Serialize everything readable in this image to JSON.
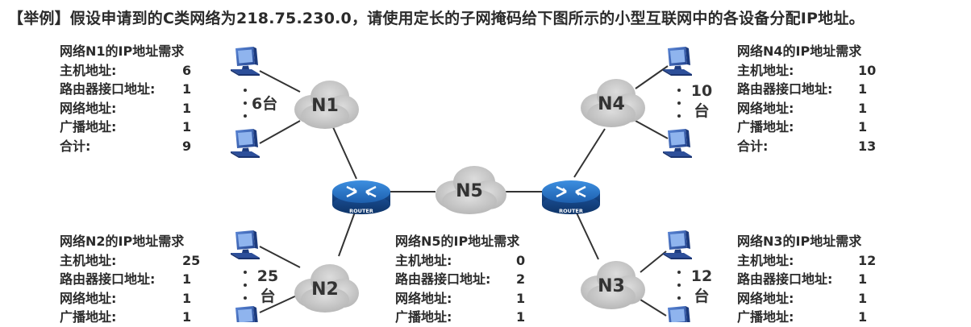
{
  "title": "【举例】假设申请到的C类网络为218.75.230.0，请使用定长的子网掩码给下图所示的小型互联网中的各设备分配IP地址。",
  "networks": {
    "n1": "N1",
    "n2": "N2",
    "n3": "N3",
    "n4": "N4",
    "n5": "N5"
  },
  "router_label": "ROUTER",
  "host_counts": {
    "n1": "6台",
    "n2_num": "25",
    "n2_unit": "台",
    "n3_num": "12",
    "n3_unit": "台",
    "n4_num": "10",
    "n4_unit": "台"
  },
  "requirements": {
    "n1": {
      "title": "网络N1的IP地址需求",
      "rows": [
        {
          "label": "主机地址:",
          "value": "6"
        },
        {
          "label": "路由器接口地址:",
          "value": "1"
        },
        {
          "label": "网络地址:",
          "value": "1"
        },
        {
          "label": "广播地址:",
          "value": "1"
        },
        {
          "label": "合计:",
          "value": "9"
        }
      ]
    },
    "n2": {
      "title": "网络N2的IP地址需求",
      "rows": [
        {
          "label": "主机地址:",
          "value": "25"
        },
        {
          "label": "路由器接口地址:",
          "value": "1"
        },
        {
          "label": "网络地址:",
          "value": "1"
        },
        {
          "label": "广播地址:",
          "value": "1"
        }
      ]
    },
    "n3": {
      "title": "网络N3的IP地址需求",
      "rows": [
        {
          "label": "主机地址:",
          "value": "12"
        },
        {
          "label": "路由器接口地址:",
          "value": "1"
        },
        {
          "label": "网络地址:",
          "value": "1"
        },
        {
          "label": "广播地址:",
          "value": "1"
        }
      ]
    },
    "n4": {
      "title": "网络N4的IP地址需求",
      "rows": [
        {
          "label": "主机地址:",
          "value": "10"
        },
        {
          "label": "路由器接口地址:",
          "value": "1"
        },
        {
          "label": "网络地址:",
          "value": "1"
        },
        {
          "label": "广播地址:",
          "value": "1"
        },
        {
          "label": "合计:",
          "value": "13"
        }
      ]
    },
    "n5": {
      "title": "网络N5的IP地址需求",
      "rows": [
        {
          "label": "主机地址:",
          "value": "0"
        },
        {
          "label": "路由器接口地址:",
          "value": "2"
        },
        {
          "label": "网络地址:",
          "value": "1"
        },
        {
          "label": "广播地址:",
          "value": "1"
        }
      ]
    }
  }
}
